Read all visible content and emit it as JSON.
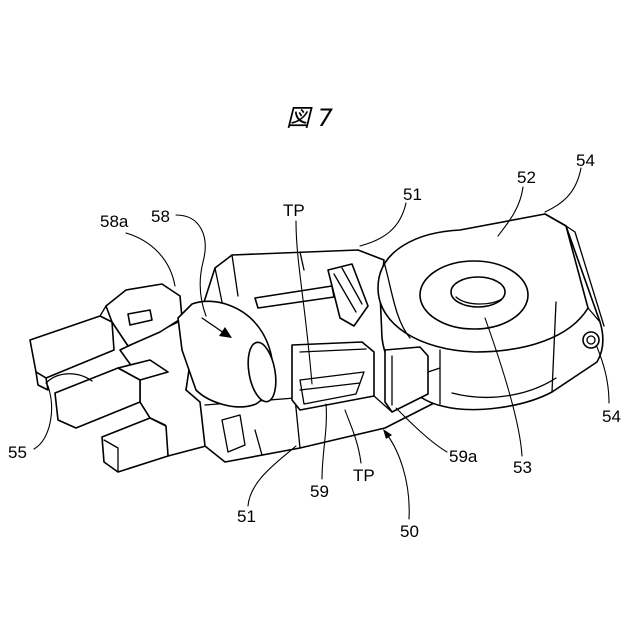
{
  "figure": {
    "title": "図 7"
  },
  "reference_labels": {
    "label_58a": "58a",
    "label_58": "58",
    "label_tp_upper": "TP",
    "label_51_upper": "51",
    "label_52": "52",
    "label_54_upper": "54",
    "label_55": "55",
    "label_59": "59",
    "label_tp_lower": "TP",
    "label_59a": "59a",
    "label_53": "53",
    "label_54_right": "54",
    "label_51_lower": "51",
    "label_50": "50"
  },
  "colors": {
    "line": "#000000",
    "background": "#ffffff"
  }
}
